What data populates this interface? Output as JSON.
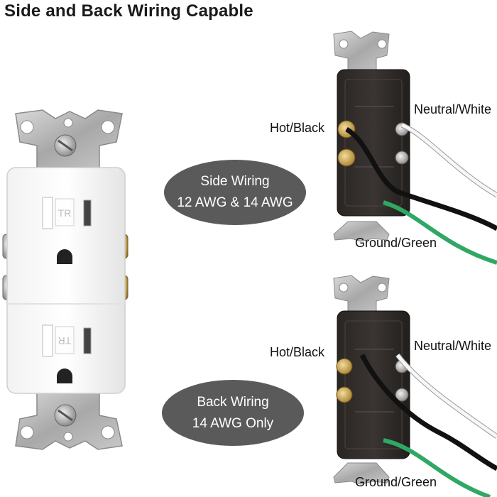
{
  "title": "Side and Back Wiring Capable",
  "side_wiring": {
    "line1": "Side Wiring",
    "line2": "12 AWG & 14 AWG"
  },
  "back_wiring": {
    "line1": "Back Wiring",
    "line2": "14 AWG Only"
  },
  "top_diagram": {
    "hot": "Hot/Black",
    "neutral": "Neutral/White",
    "ground": "Ground/Green"
  },
  "bottom_diagram": {
    "hot": "Hot/Black",
    "neutral": "Neutral/White",
    "ground": "Ground/Green"
  },
  "receptacle": {
    "tr_mark": "TR"
  },
  "colors": {
    "pill": "#5b5a5a",
    "hot": "#111111",
    "neutral": "#f4f4f4",
    "ground": "#2fa864",
    "brass": "#c9a24a",
    "silver": "#b9b9b9"
  }
}
